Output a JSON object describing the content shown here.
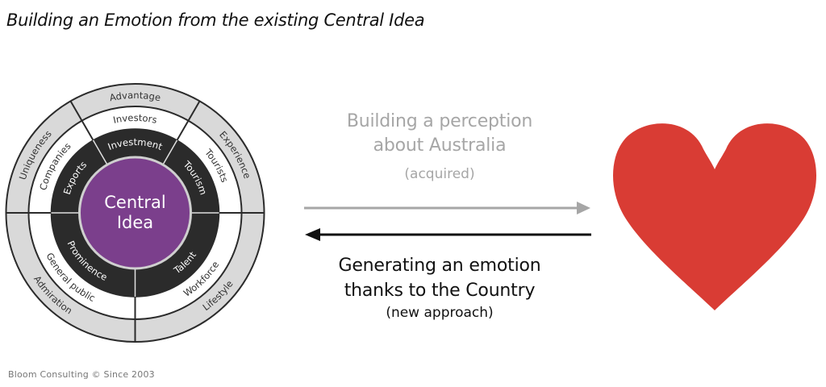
{
  "title": "Building an Emotion from the existing Central Idea",
  "wheel": {
    "center_label_line1": "Central",
    "center_label_line2": "Idea",
    "outer_ring": {
      "top_left": "Uniqueness",
      "top": "Advantage",
      "top_right": "Experience",
      "bottom_left": "Admiration",
      "bottom_right": "Lifestyle"
    },
    "middle_ring": {
      "top_left": "Companies",
      "top": "Investors",
      "top_right": "Tourists",
      "bottom_left": "General public",
      "bottom_right": "Workforce"
    },
    "inner_ring": {
      "top_left": "Exports",
      "top": "Investment",
      "top_right": "Tourism",
      "bottom_left": "Prominence",
      "bottom_right": "Talent"
    },
    "colors": {
      "outer": "#d9d9d9",
      "middle": "#ffffff",
      "inner": "#2b2b2b",
      "center": "#7b3f8c",
      "divider": "#2b2b2b"
    }
  },
  "perception": {
    "line1": "Building a perception",
    "line2": "about Australia",
    "sub": "(acquired)",
    "color": "#a6a6a6"
  },
  "emotion": {
    "line1": "Generating an emotion",
    "line2": "thanks to the Country",
    "sub": "(new approach)",
    "color": "#111111"
  },
  "arrows": {
    "forward_color": "#a6a6a6",
    "backward_color": "#111111"
  },
  "heart": {
    "color": "#d93c34",
    "icon": "heart-icon"
  },
  "footer": "Bloom Consulting © Since 2003"
}
